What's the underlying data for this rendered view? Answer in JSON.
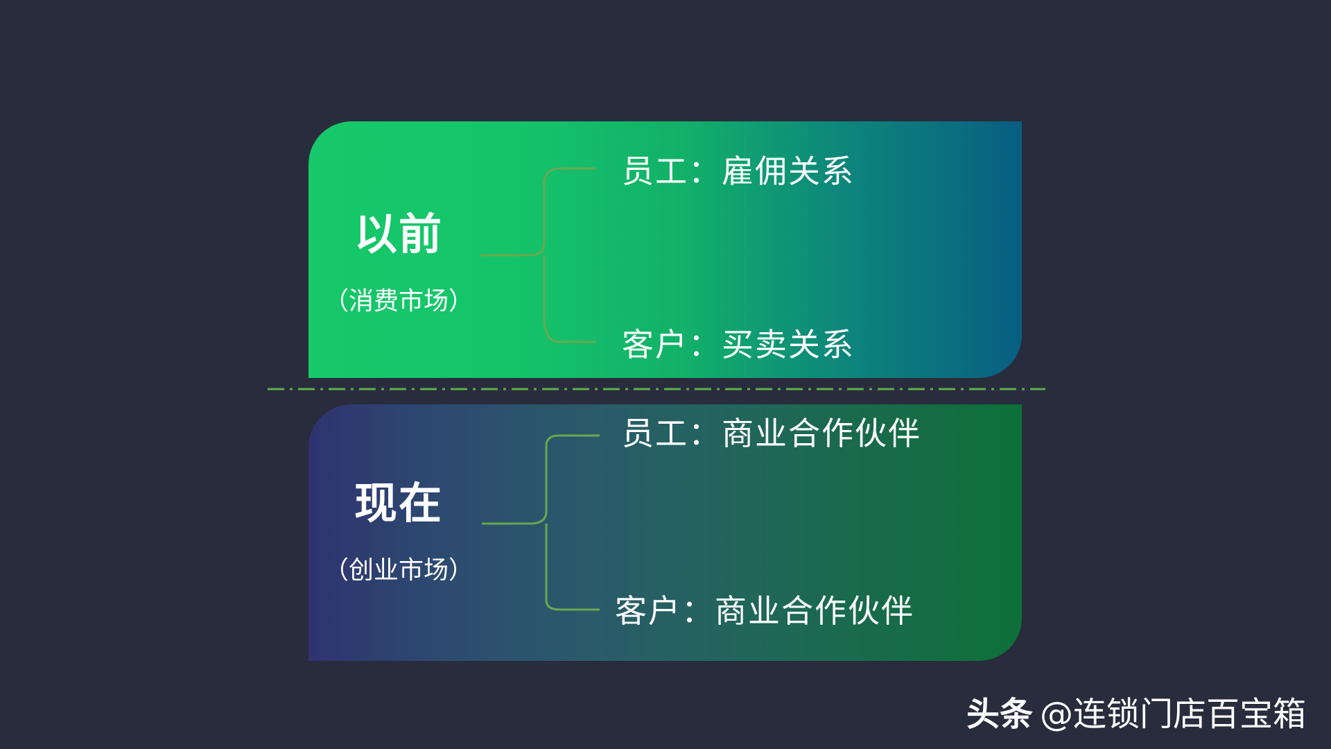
{
  "before": {
    "title": "以前",
    "subtitle": "（消费市场）",
    "employee": "员工：雇佣关系",
    "customer": "客户：买卖关系"
  },
  "now": {
    "title": "现在",
    "subtitle": "（创业市场）",
    "employee": "员工：商业合作伙伴",
    "customer": "客户：商业合作伙伴"
  },
  "watermark": {
    "brand": "头条",
    "account": "@连锁门店百宝箱"
  },
  "colors": {
    "background": "#282c3c",
    "bracket": "#6aa84f",
    "divider": "#5fb04a",
    "before_gradient": [
      "#16c86a",
      "#085e82"
    ],
    "now_gradient": [
      "#2f3370",
      "#0e7038"
    ]
  }
}
